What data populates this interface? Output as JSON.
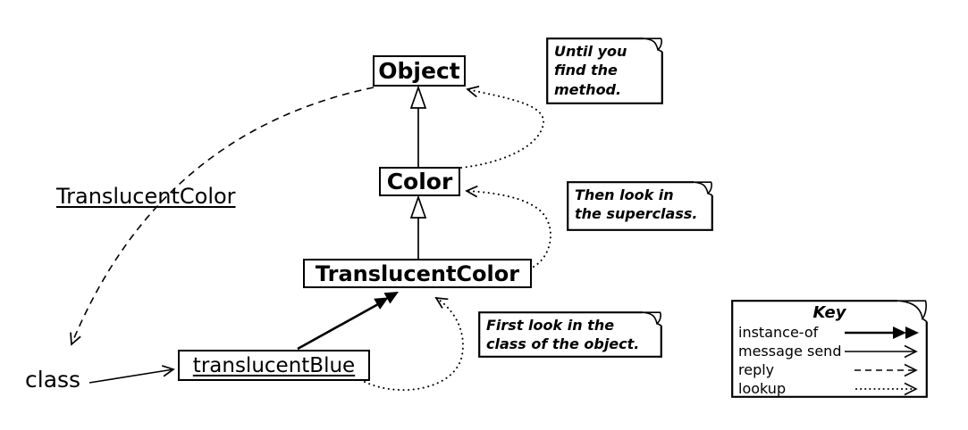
{
  "colors": {
    "ink": "#000000",
    "paper": "#ffffff"
  },
  "nodes": {
    "object": "Object",
    "color": "Color",
    "translucent_color": "TranslucentColor",
    "translucent_blue": "translucentBlue"
  },
  "labels": {
    "reply_value": "TranslucentColor",
    "class_ref": "class"
  },
  "notes": {
    "until": "Until you\nfind the\nmethod.",
    "then": "Then look in\nthe superclass.",
    "first": "First look in the\nclass of the object."
  },
  "key": {
    "title": "Key",
    "rows": [
      {
        "label": "instance-of",
        "arrow": "instance-of-arrow"
      },
      {
        "label": "message send",
        "arrow": "message-send-arrow"
      },
      {
        "label": "reply",
        "arrow": "reply-arrow"
      },
      {
        "label": "lookup",
        "arrow": "lookup-arrow"
      }
    ]
  }
}
